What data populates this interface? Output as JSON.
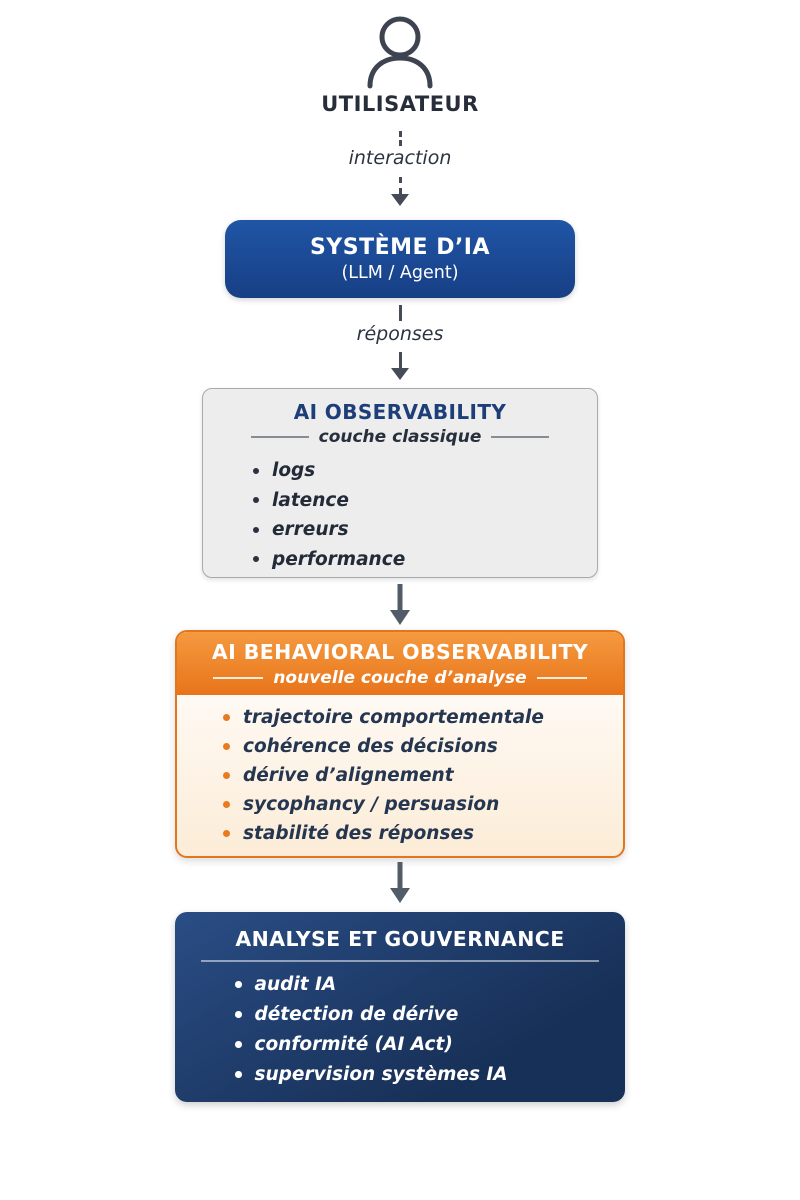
{
  "colors": {
    "arrow": "#454c58",
    "system_blue": "#1d4e9c",
    "accent_orange": "#e8741a",
    "governance_navy": "#1b3560",
    "classic_gray": "#ededed"
  },
  "diagram": {
    "user": {
      "label": "UTILISATEUR"
    },
    "flow_interaction": {
      "label": "interaction"
    },
    "ai_system": {
      "title": "SYSTÈME D’IA",
      "subtitle": "(LLM / Agent)"
    },
    "flow_responses": {
      "label": "réponses"
    },
    "classic_observability": {
      "title": "AI OBSERVABILITY",
      "subtitle": "couche classique",
      "items": [
        "logs",
        "latence",
        "erreurs",
        "performance"
      ]
    },
    "behavioral_observability": {
      "title": "AI BEHAVIORAL OBSERVABILITY",
      "subtitle": "nouvelle couche d’analyse",
      "items": [
        "trajectoire comportementale",
        "cohérence des décisions",
        "dérive d’alignement",
        "sycophancy / persuasion",
        "stabilité des réponses"
      ]
    },
    "governance": {
      "title": "ANALYSE ET GOUVERNANCE",
      "items": [
        "audit IA",
        "détection de dérive",
        "conformité (AI Act)",
        "supervision systèmes IA"
      ]
    }
  }
}
